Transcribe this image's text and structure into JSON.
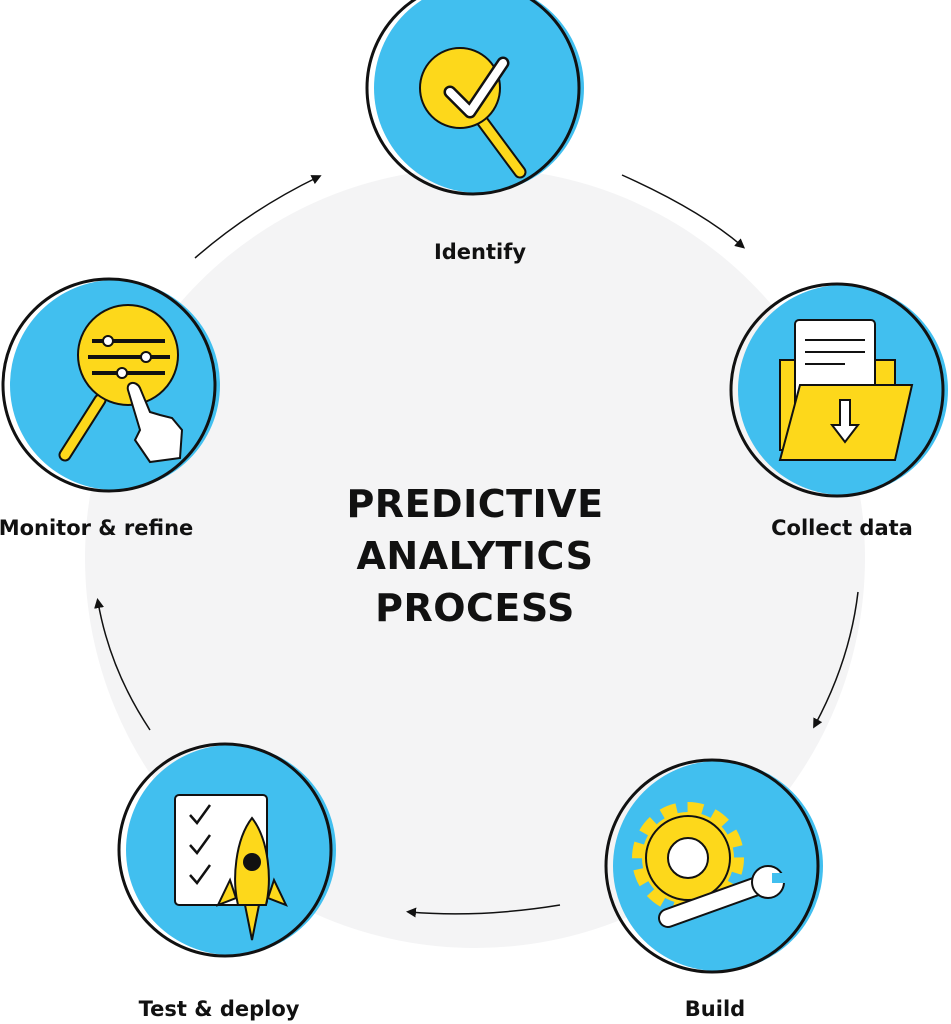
{
  "title": [
    "PREDICTIVE",
    "ANALYTICS",
    "PROCESS"
  ],
  "steps": [
    {
      "label": "Identify",
      "icon": "magnifier-check-icon"
    },
    {
      "label": "Collect data",
      "icon": "folder-download-icon"
    },
    {
      "label": "Build",
      "icon": "gear-wrench-icon"
    },
    {
      "label": "Test & deploy",
      "icon": "checklist-rocket-icon"
    },
    {
      "label": "Monitor & refine",
      "icon": "magnifier-sliders-hand-icon"
    }
  ],
  "colors": {
    "blue": "#41BFEF",
    "yellow": "#FDD81B",
    "gray": "#F4F4F5",
    "ink": "#111111"
  }
}
